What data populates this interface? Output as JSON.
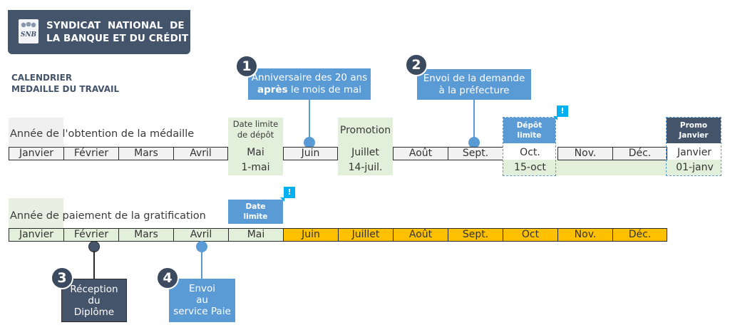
{
  "header": {
    "logo_text": "SNB",
    "title_line1": "SYNDICAT  NATIONAL  DE",
    "title_line2": "LA BANQUE ET DU CRÉDIT"
  },
  "subtitle": {
    "line1": "CALENDRIER",
    "line2": "MEDAILLE DU TRAVAIL"
  },
  "timeline1": {
    "label": "Année de l'obtention de la médaille",
    "months": [
      "Janvier",
      "Février",
      "Mars",
      "Avril",
      "Mai",
      "Juin",
      "Juillet",
      "Août",
      "Sept.",
      "Oct.",
      "Nov.",
      "Déc.",
      "Janvier"
    ],
    "dates": {
      "mai": "1-mai",
      "juillet": "14-juil.",
      "oct": "15-oct",
      "janvier": "01-janv"
    },
    "markers": {
      "date_limite_depot": {
        "line1": "Date limite",
        "line2": "de dépôt"
      },
      "promotion": "Promotion",
      "depot_limite": {
        "line1": "Dépôt",
        "line2": "limite"
      },
      "promo_janvier": {
        "line1": "Promo",
        "line2": "Janvier"
      },
      "alert": "!"
    }
  },
  "timeline2": {
    "label": "Année de paiement de la gratification",
    "months": [
      "Janvier",
      "Février",
      "Mars",
      "Avril",
      "Mai",
      "Juin",
      "Juillet",
      "Août",
      "Sept.",
      "Oct",
      "Nov.",
      "Déc."
    ],
    "markers": {
      "date_limite": {
        "line1": "Date",
        "line2": "limite"
      },
      "alert": "!"
    }
  },
  "steps": [
    {
      "number": "1",
      "line1": "Anniversaire des 20 ans",
      "line2_bold": "après",
      "line2_rest": " le mois de mai"
    },
    {
      "number": "2",
      "line1": "Envoi de la demande",
      "line2": "à la préfecture"
    },
    {
      "number": "3",
      "line1": "Réception",
      "line2": "du",
      "line3": "Diplôme"
    },
    {
      "number": "4",
      "line1": "Envoi",
      "line2": "au",
      "line3": "service Paie"
    }
  ],
  "colors": {
    "header_bg": "#44546a",
    "callout_blue": "#5b9bd5",
    "highlight_green": "#e2efda",
    "payment_orange": "#ffc000",
    "alert_cyan": "#00b0f0"
  }
}
